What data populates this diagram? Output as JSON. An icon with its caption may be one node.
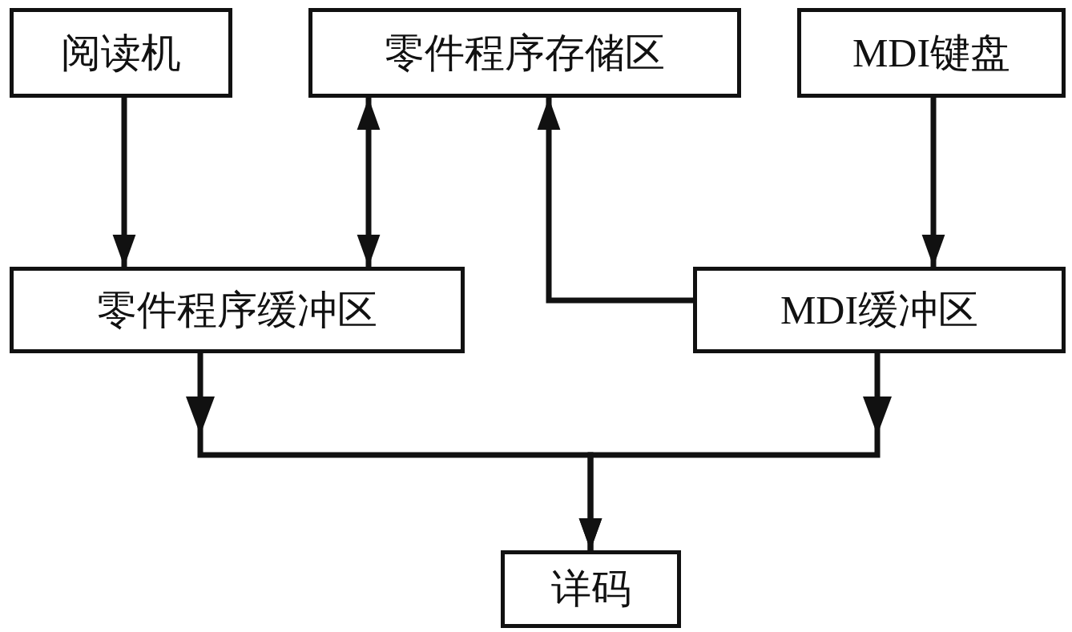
{
  "diagram": {
    "nodes": [
      {
        "text": [
          "阅读机"
        ]
      },
      {
        "text": [
          "零件程序存储区"
        ]
      },
      {
        "text": [
          "MDI键盘"
        ]
      },
      {
        "text": [
          "零件程序缓冲区"
        ]
      },
      {
        "text": [
          "MDI缓冲区"
        ]
      },
      {
        "text": [
          "详码"
        ]
      }
    ],
    "edges": [
      {
        "from": 0,
        "to": 3,
        "arrow": "to"
      },
      {
        "from": 3,
        "to": 1,
        "arrow": "both"
      },
      {
        "from": 4,
        "to": 1,
        "arrow": "to"
      },
      {
        "from": 2,
        "to": 4,
        "arrow": "to"
      },
      {
        "from": 3,
        "to": 5,
        "arrow": "to"
      },
      {
        "from": 4,
        "to": 5,
        "arrow": "to"
      }
    ]
  }
}
